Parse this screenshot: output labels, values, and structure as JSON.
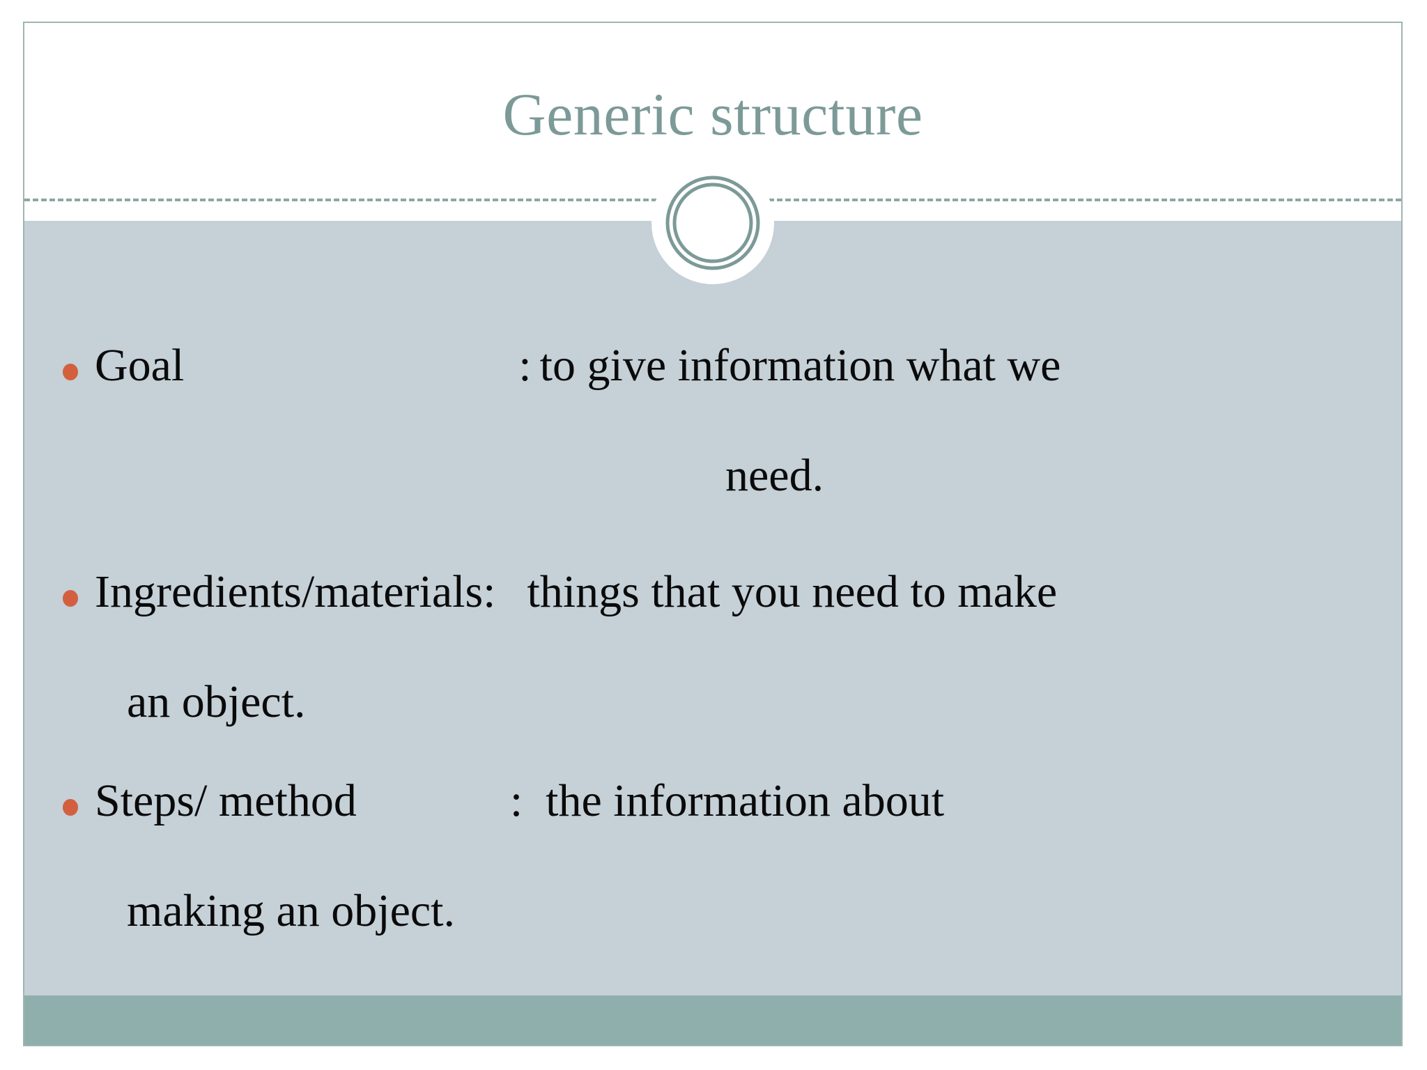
{
  "slide": {
    "title": "Generic structure",
    "colors": {
      "title_text": "#7C9A97",
      "body_background": "#C5D0D7",
      "footer_band": "#8FAFAC",
      "bullet_dot": "#D2603F",
      "divider": "#8FA6A4",
      "border": "#9FB5B2",
      "body_text": "#0A0A0A"
    },
    "ornament": {
      "name": "double-ring-circle"
    },
    "bullets": [
      {
        "id": "goal",
        "label": "Goal",
        "separator": ":",
        "description": "to give information what we",
        "continuation": "need.",
        "lines": [
          "Goal",
          ": to give information what we",
          "need."
        ]
      },
      {
        "id": "ingredients",
        "label": "Ingredients/materials:",
        "separator": ":",
        "description": "things that you need to make",
        "continuation": "an object.",
        "lines": [
          "Ingredients/materials:",
          "things that you need to make",
          "an object."
        ]
      },
      {
        "id": "steps",
        "label": "Steps/ method",
        "separator": ":",
        "description": "the information about",
        "continuation": "making an object.",
        "lines": [
          "Steps/ method",
          ":  the information about",
          "making an object."
        ]
      }
    ]
  }
}
